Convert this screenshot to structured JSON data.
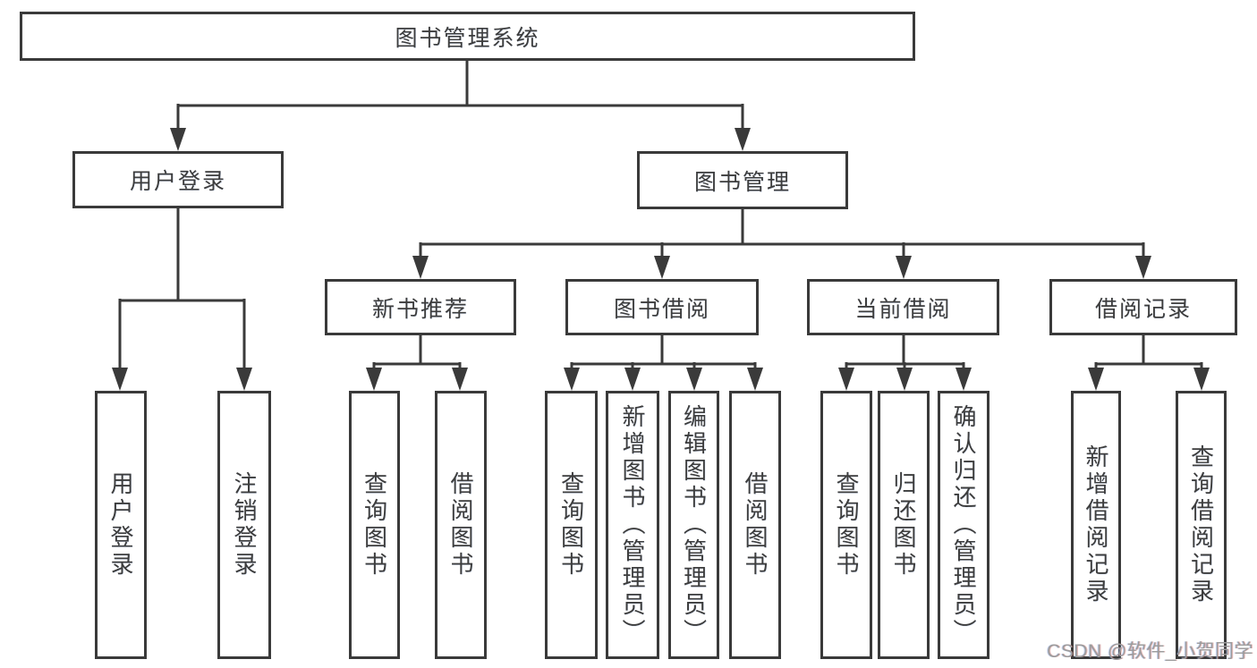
{
  "colors": {
    "line": "#3a3a3a",
    "text": "#3d3d3d",
    "watermark": "#9c9c9c",
    "background": "#ffffff"
  },
  "watermark": "CSDN @软件_小贺同学",
  "tree": {
    "root": "图书管理系统",
    "branches": [
      {
        "label": "用户登录",
        "children": [
          {
            "label": "用户登录"
          },
          {
            "label": "注销登录"
          }
        ]
      },
      {
        "label": "图书管理",
        "children": [
          {
            "label": "新书推荐",
            "children": [
              {
                "label": "查询图书"
              },
              {
                "label": "借阅图书"
              }
            ]
          },
          {
            "label": "图书借阅",
            "children": [
              {
                "label": "查询图书"
              },
              {
                "label": "新增图书（管理员）"
              },
              {
                "label": "编辑图书（管理员）"
              },
              {
                "label": "借阅图书"
              }
            ]
          },
          {
            "label": "当前借阅",
            "children": [
              {
                "label": "查询图书"
              },
              {
                "label": "归还图书"
              },
              {
                "label": "确认归还（管理员）"
              }
            ]
          },
          {
            "label": "借阅记录",
            "children": [
              {
                "label": "新增借阅记录"
              },
              {
                "label": "查询借阅记录"
              }
            ]
          }
        ]
      }
    ]
  }
}
